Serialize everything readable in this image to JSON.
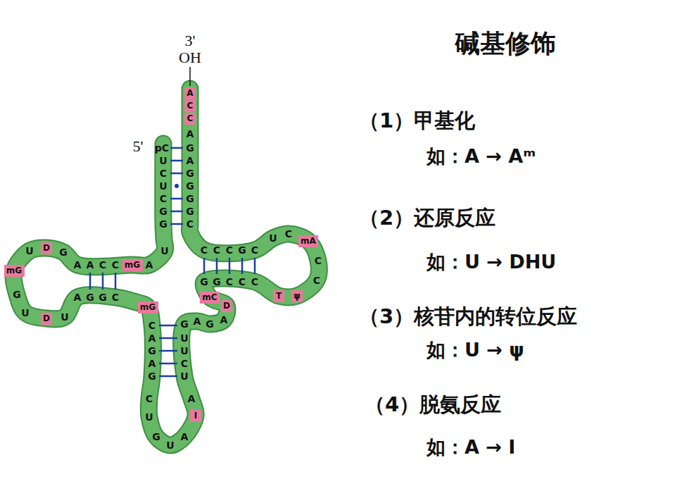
{
  "diagram": {
    "title": "碱基修饰",
    "nodes": [
      {
        "text": [
          "A"
        ]
      },
      {
        "text": [
          "C"
        ]
      },
      {
        "text": [
          "C"
        ]
      },
      {
        "text": [
          "mA"
        ]
      },
      {
        "text": [
          "D"
        ]
      },
      {
        "text": [
          "mG"
        ]
      },
      {
        "text": [
          "mG"
        ]
      },
      {
        "text": [
          "T"
        ]
      },
      {
        "text": [
          "ψ"
        ]
      },
      {
        "text": [
          "mC"
        ]
      },
      {
        "text": [
          "mG"
        ]
      },
      {
        "text": [
          "D"
        ]
      },
      {
        "text": [
          "D"
        ]
      },
      {
        "text": [
          "I"
        ]
      }
    ],
    "labels": [
      "3'",
      "OH",
      "5'",
      "A",
      "G",
      "A",
      "G",
      "G",
      "G",
      "G",
      "C",
      "pC",
      "U",
      "C",
      "U",
      "C",
      "G",
      "G",
      "U",
      "C",
      "C",
      "C",
      "G",
      "C",
      "U",
      "C",
      "C",
      "C",
      "U",
      "G",
      "A",
      "A",
      "A",
      "C",
      "C",
      "G",
      "G",
      "C",
      "C",
      "C",
      "A",
      "G",
      "G",
      "C",
      "G",
      "U",
      "U",
      "G",
      "A",
      "G",
      "A",
      "C",
      "A",
      "G",
      "A",
      "G",
      "U",
      "U",
      "C",
      "U",
      "C",
      "A",
      "U",
      "G",
      "A",
      "U",
      "（1）甲基化",
      "如：A → Aᵐ",
      "（2）还原反应",
      "如：U → DHU",
      "（3）核苷内的转位反应",
      "如：U → ψ",
      "（4）脱氨反应",
      "如：A → I"
    ]
  }
}
